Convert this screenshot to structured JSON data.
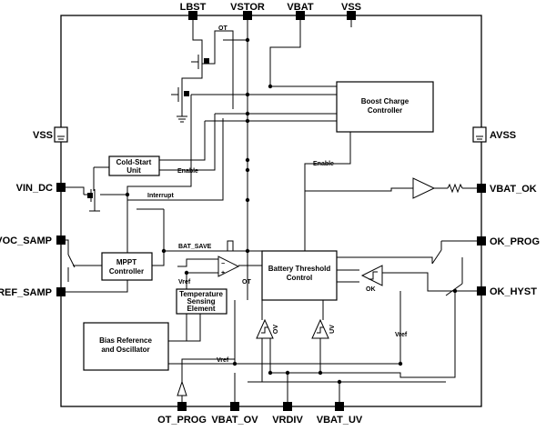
{
  "pins": {
    "lbst": "LBST",
    "vstor": "VSTOR",
    "vbat": "VBAT",
    "vss_top": "VSS",
    "vss_left": "VSS",
    "vin_dc": "VIN_DC",
    "voc_samp": "VOC_SAMP",
    "vref_samp": "VREF_SAMP",
    "avss": "AVSS",
    "vbat_ok": "VBAT_OK",
    "ok_prog": "OK_PROG",
    "ok_hyst": "OK_HYST",
    "ot_prog": "OT_PROG",
    "vbat_ov": "VBAT_OV",
    "vrdiv": "VRDIV",
    "vbat_uv": "VBAT_UV"
  },
  "blocks": {
    "boost_charge_controller": [
      "Boost Charge",
      "Controller"
    ],
    "cold_start_unit": [
      "Cold-Start",
      "Unit"
    ],
    "mppt_controller": [
      "MPPT",
      "Controller"
    ],
    "battery_threshold_control": [
      "Battery Threshold",
      "Control"
    ],
    "temperature_sensing_element": [
      "Temperature",
      "Sensing",
      "Element"
    ],
    "bias_reference_oscillator": [
      "Bias Reference",
      "and Oscillator"
    ]
  },
  "signals": {
    "ot_top": "OT",
    "enable_cold": "Enable",
    "enable_boost": "Enable",
    "interrupt": "Interrupt",
    "bat_save": "BAT_SAVE",
    "vref_temp": "Vref",
    "ot_comp": "OT",
    "ok_comp": "OK",
    "ov_comp": "OV",
    "uv_comp": "UV",
    "vref_right": "Vref",
    "vref_bottom": "Vref"
  }
}
